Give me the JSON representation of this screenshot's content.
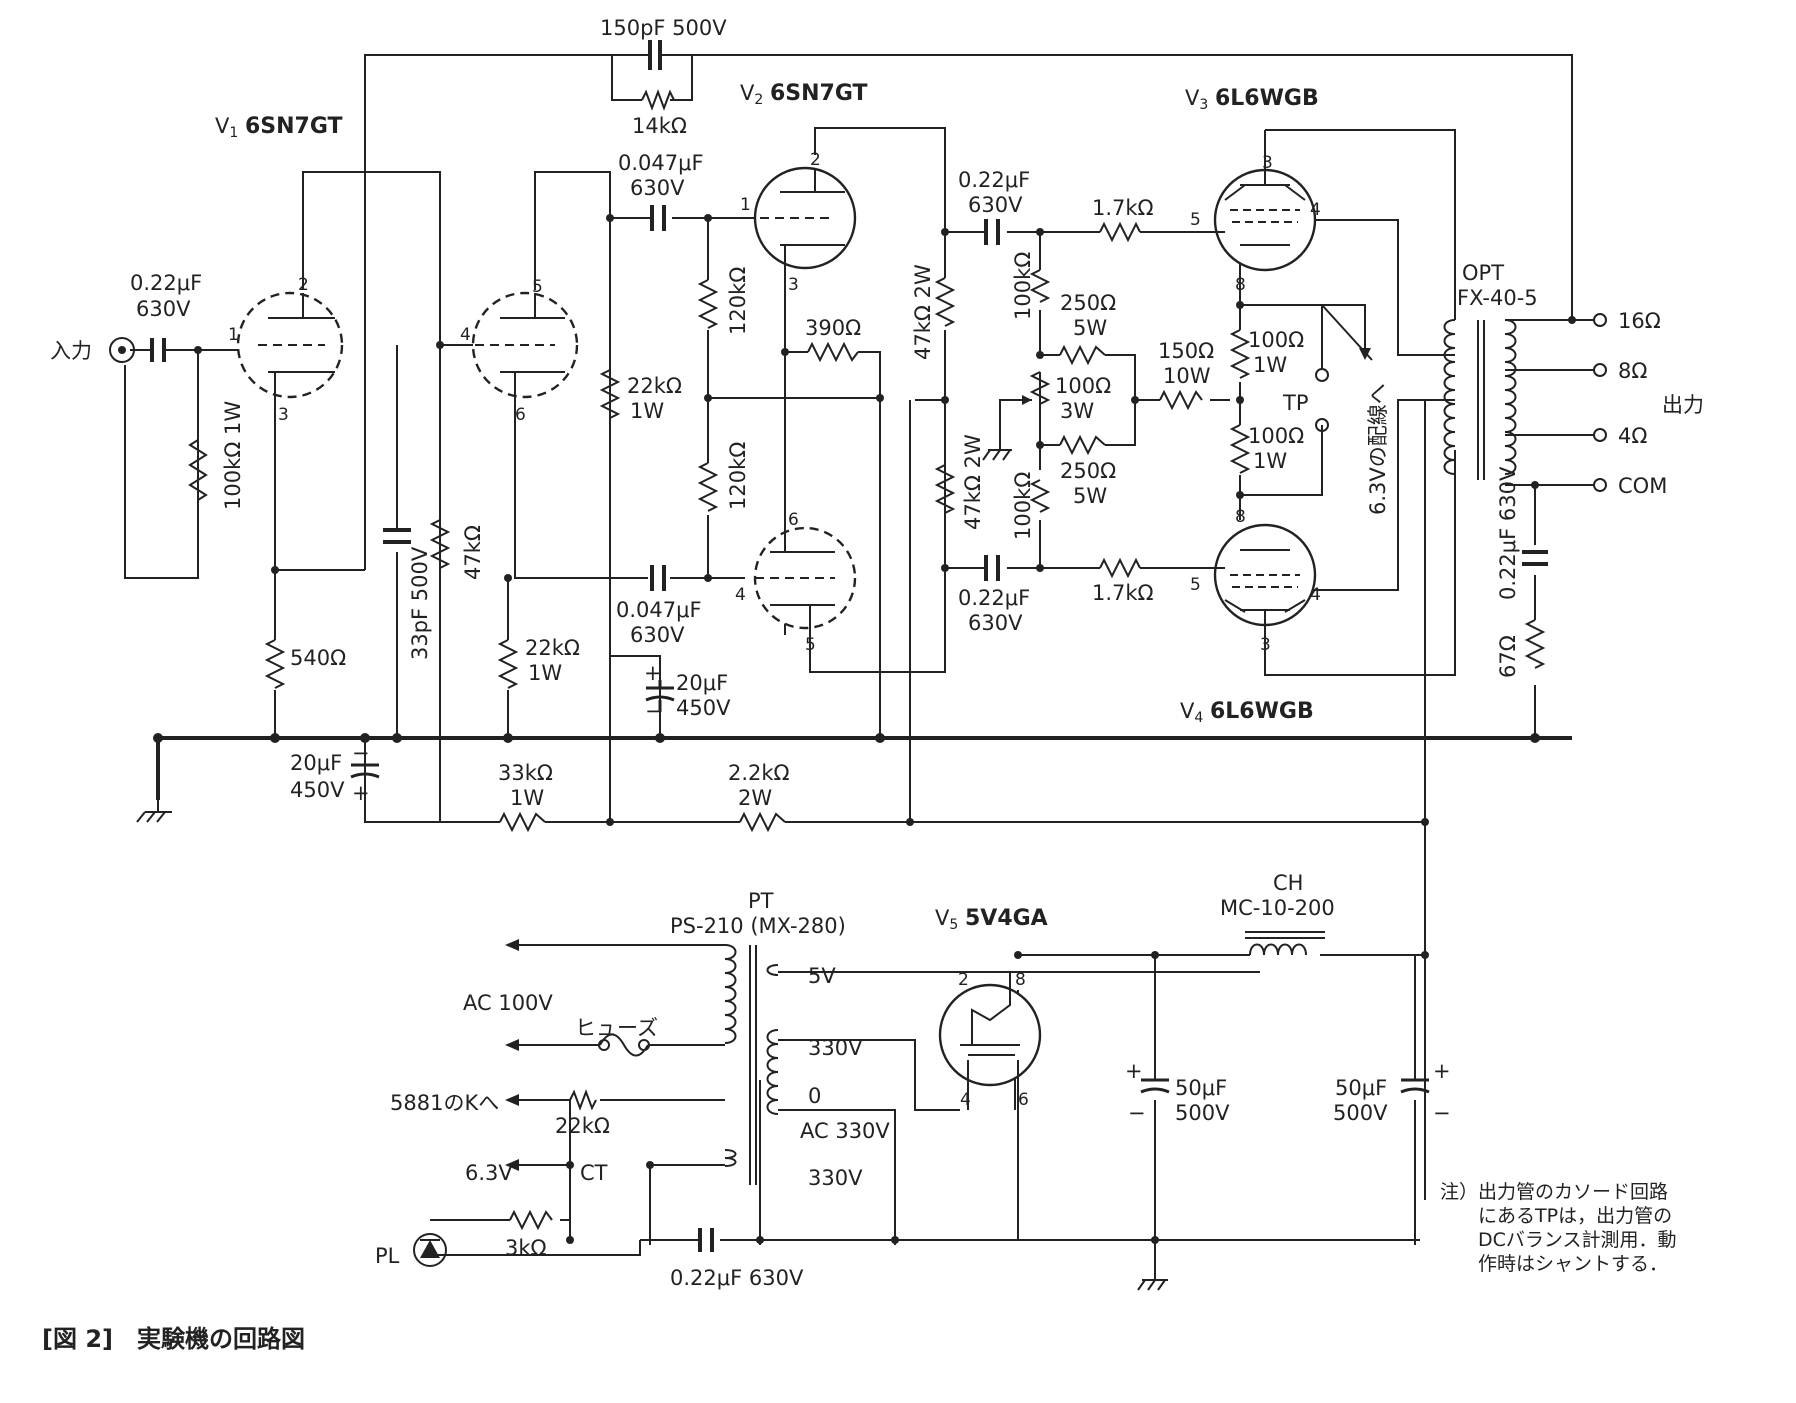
{
  "figure": {
    "caption": "[図 2]　実験機の回路図",
    "note_lines": [
      "注）出力管のカソード回路",
      "にあるTPは，出力管の",
      "DCバランス計測用．動",
      "作時はシャントする．"
    ]
  },
  "tubes": {
    "v1": {
      "ref": "V",
      "sub": "1",
      "type": "6SN7GT"
    },
    "v2": {
      "ref": "V",
      "sub": "2",
      "type": "6SN7GT"
    },
    "v3": {
      "ref": "V",
      "sub": "3",
      "type": "6L6WGB"
    },
    "v4": {
      "ref": "V",
      "sub": "4",
      "type": "6L6WGB"
    },
    "v5": {
      "ref": "V",
      "sub": "5",
      "type": "5V4GA"
    }
  },
  "components": {
    "c_fb": "150pF 500V",
    "r_fb": "14kΩ",
    "c_in_v": "0.22μF",
    "c_in_r": "630V",
    "r_in": "100kΩ 1W",
    "input": "入力",
    "r_k1": "540Ω",
    "c_33p": "33pF 500V",
    "r_47k": "47kΩ",
    "r_22k_a": "22kΩ",
    "r_22k_a_w": "1W",
    "r_22k_b": "22kΩ",
    "r_22k_b_w": "1W",
    "c_047_t_v": "0.047μF",
    "c_047_t_r": "630V",
    "c_047_b_v": "0.047μF",
    "c_047_b_r": "630V",
    "r_120k_t": "120kΩ",
    "r_120k_b": "120kΩ",
    "r_390": "390Ω",
    "c_20_v": "20μF",
    "c_20_r": "450V",
    "c_20b_v": "20μF",
    "c_20b_r": "450V",
    "r_47k2w_t": "47kΩ 2W",
    "r_47k2w_b": "47kΩ 2W",
    "c_022_t_v": "0.22μF",
    "c_022_t_r": "630V",
    "c_022_b_v": "0.22μF",
    "c_022_b_r": "630V",
    "r_100k_t": "100kΩ",
    "r_100k_b": "100kΩ",
    "r_17k_t": "1.7kΩ",
    "r_17k_b": "1.7kΩ",
    "r_250_t": "250Ω",
    "r_250_t_w": "5W",
    "r_250_b": "250Ω",
    "r_250_b_w": "5W",
    "pot_100": "100Ω",
    "pot_100_w": "3W",
    "r_150": "150Ω",
    "r_150_w": "10W",
    "r_100_t": "100Ω",
    "r_100_t_w": "1W",
    "r_100_b": "100Ω",
    "r_100_b_w": "1W",
    "tp": "TP",
    "heater_note": "6.3Vの配線へ",
    "opt": "OPT",
    "opt_type": "FX-40-5",
    "tap16": "16Ω",
    "tap8": "8Ω",
    "tap4": "4Ω",
    "tapcom": "COM",
    "output": "出力",
    "c_022_z": "0.22μF 630V",
    "r_67": "67Ω",
    "r_33k": "33kΩ",
    "r_33k_w": "1W",
    "r_22k2w": "2.2kΩ",
    "r_22k2w_w": "2W",
    "pt": "PT",
    "pt_type": "PS-210 (MX-280)",
    "ac100": "AC 100V",
    "fuse": "ヒューズ",
    "k5881": "5881のKへ",
    "r_22k_h": "22kΩ",
    "v63": "6.3V",
    "ct": "CT",
    "pl": "PL",
    "r_3k": "3kΩ",
    "c_022_h": "0.22μF 630V",
    "s5v": "5V",
    "s330a": "330V",
    "s0": "0",
    "sac330": "AC 330V",
    "s330b": "330V",
    "ch": "CH",
    "ch_type": "MC-10-200",
    "c_50a_v": "50μF",
    "c_50a_r": "500V",
    "c_50b_v": "50μF",
    "c_50b_r": "500V"
  }
}
